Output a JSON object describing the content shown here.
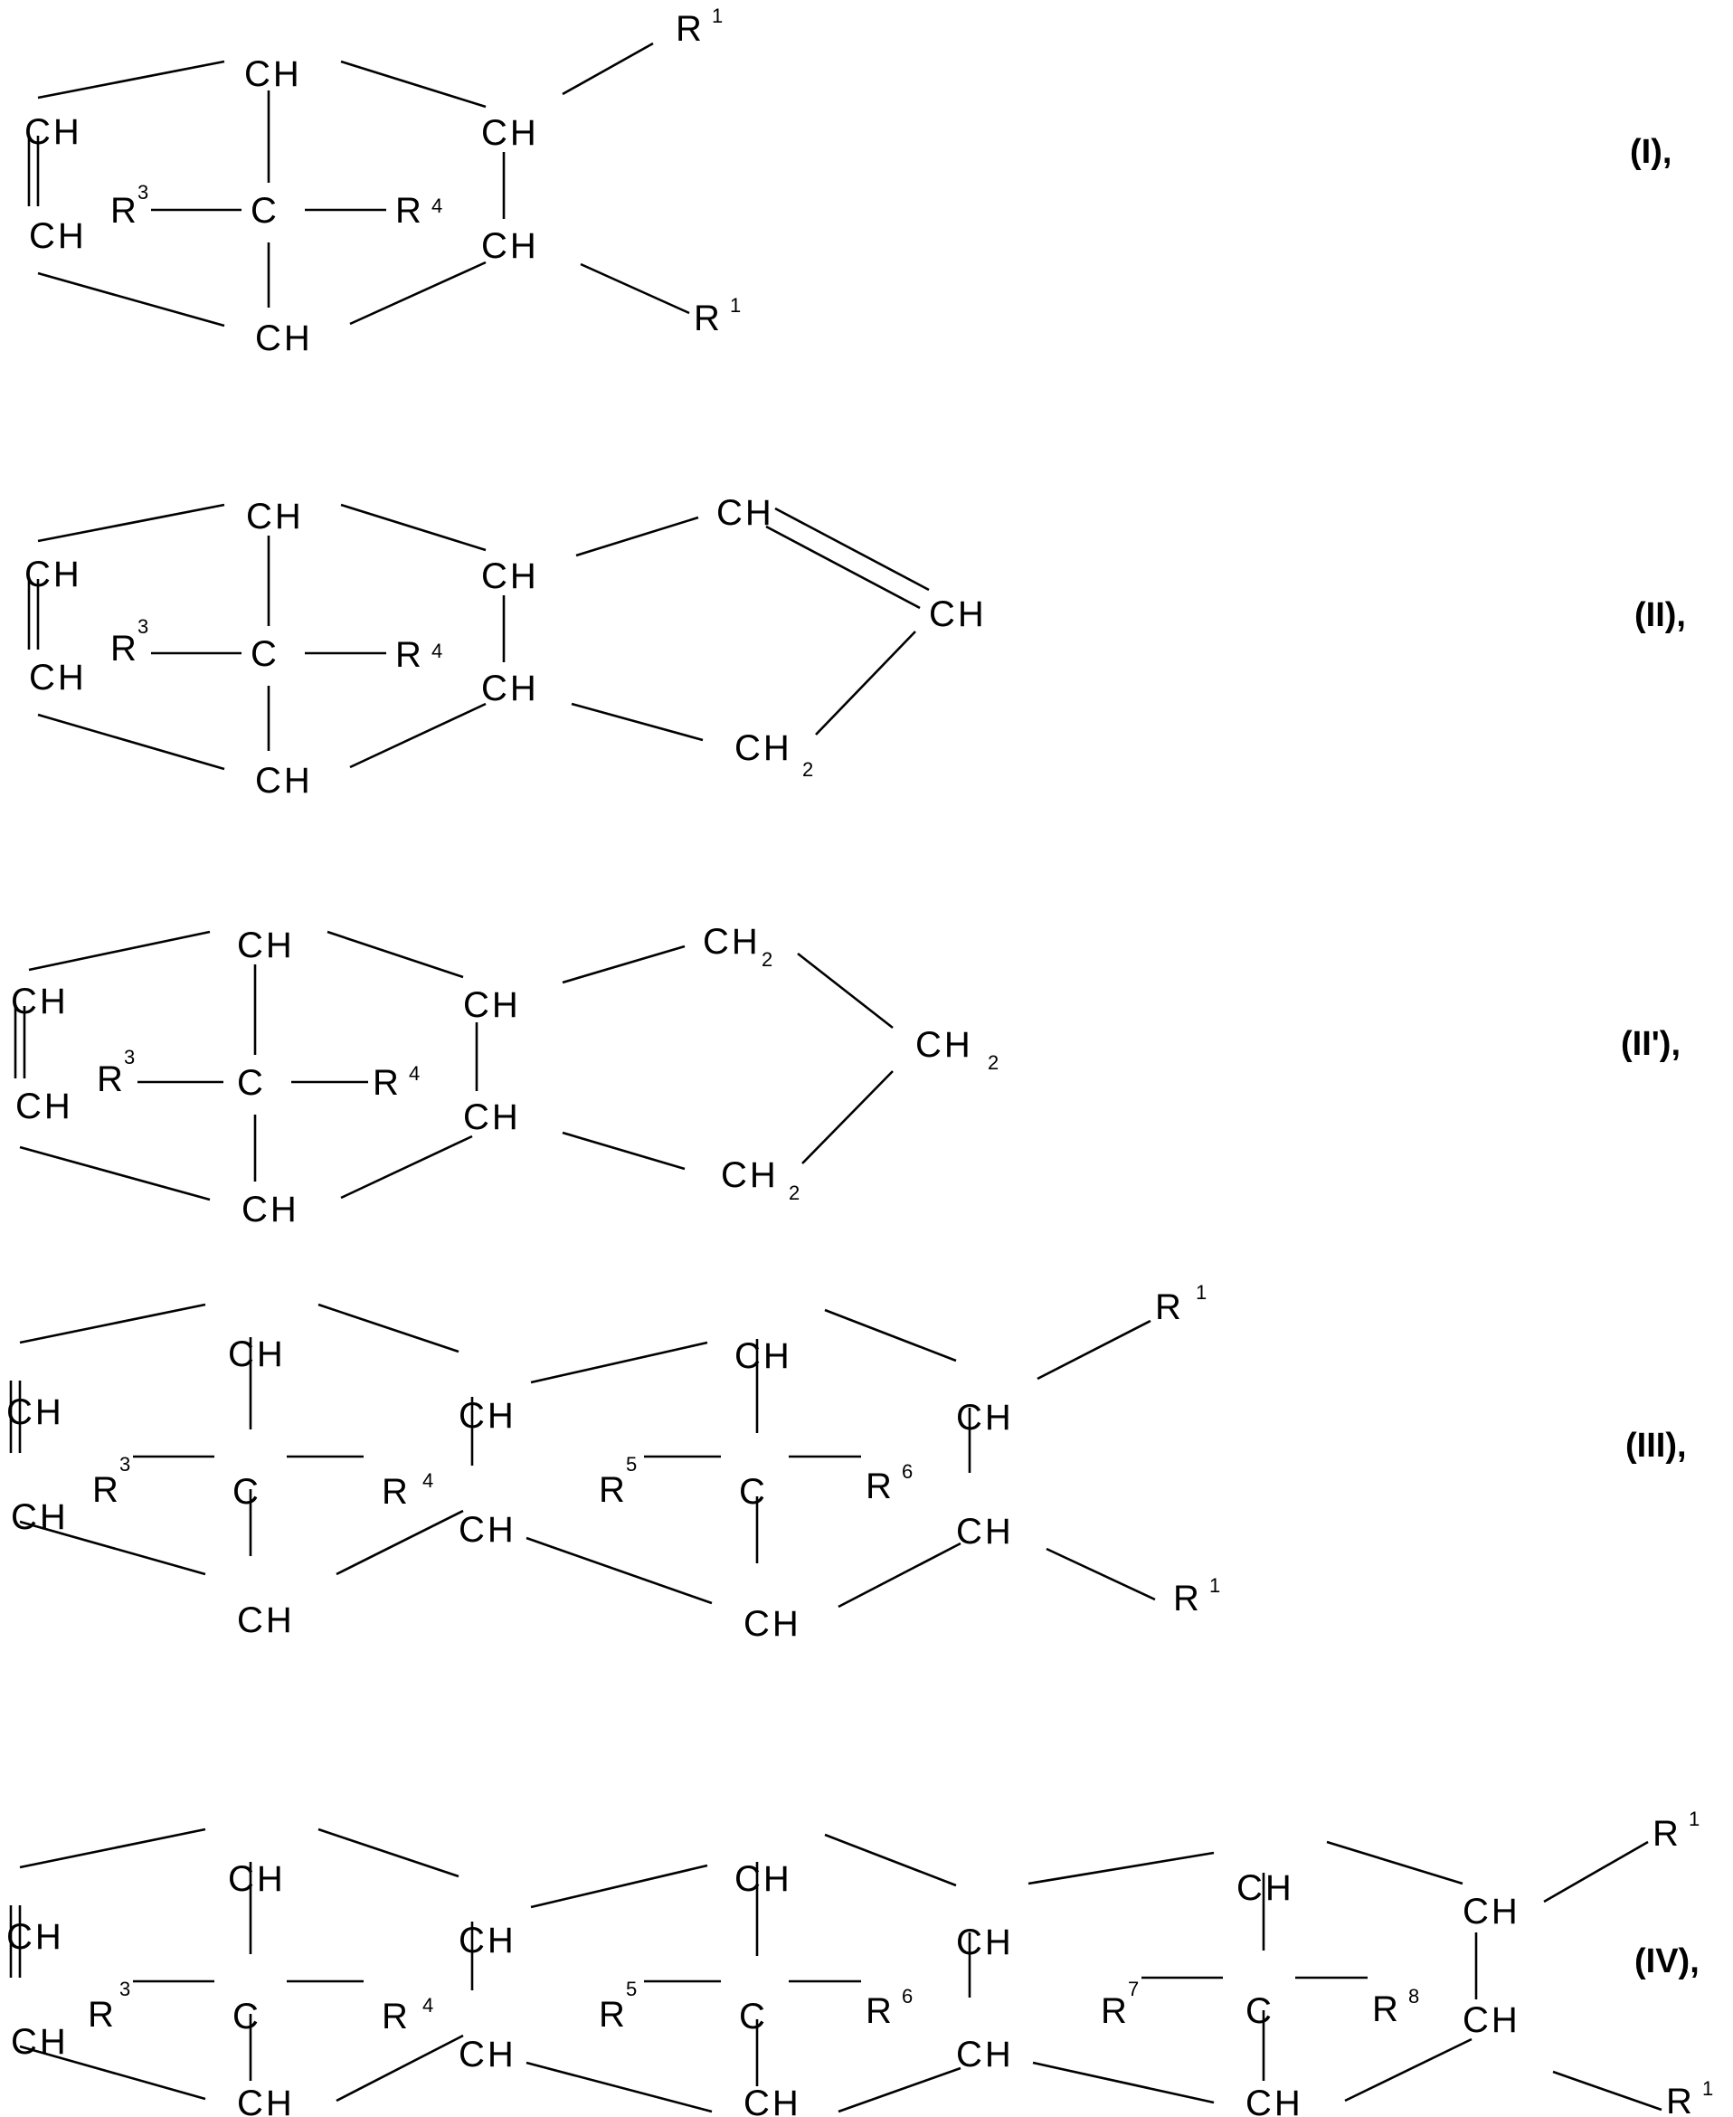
{
  "formulas": [
    {
      "label": "(I),",
      "atoms": {
        "ch_a": "CH",
        "ch_b": "CH",
        "ch_c": "CH",
        "ch_d": "CH",
        "ch_e": "CH",
        "ch_f": "CH",
        "c_bridge": "C",
        "r3": "R",
        "r3_sup": "3",
        "r4": "R",
        "r4_sup": "4",
        "r1_top": "R",
        "r1_top_sup": "1",
        "r1_bot": "R",
        "r1_bot_sup": "1"
      }
    },
    {
      "label": "(II),",
      "atoms": {
        "ch_a": "CH",
        "ch_b": "CH",
        "ch_c": "CH",
        "ch_d": "CH",
        "ch_e": "CH",
        "ch_f": "CH",
        "c_bridge": "C",
        "r3": "R",
        "r3_sup": "3",
        "r4": "R",
        "r4_sup": "4",
        "ch_ring_top": "CH",
        "ch_ring_right": "CH",
        "ch2_ring_bot": "CH",
        "ch2_ring_bot_sub": "2"
      }
    },
    {
      "label": "(II'),",
      "atoms": {
        "ch_a": "CH",
        "ch_b": "CH",
        "ch_c": "CH",
        "ch_d": "CH",
        "ch_e": "CH",
        "ch_f": "CH",
        "c_bridge": "C",
        "r3": "R",
        "r3_sup": "3",
        "r4": "R",
        "r4_sup": "4",
        "ch2_top": "CH",
        "ch2_top_sub": "2",
        "ch2_right": "CH",
        "ch2_right_sub": "2",
        "ch2_bot": "CH",
        "ch2_bot_sub": "2"
      }
    },
    {
      "label": "(III),",
      "atoms": {
        "ch_a": "CH",
        "ch_b": "CH",
        "ch_c": "CH",
        "ch_d": "CH",
        "ch_e": "CH",
        "ch_f": "CH",
        "c1": "C",
        "r3": "R",
        "r3_sup": "3",
        "r4": "R",
        "r4_sup": "4",
        "ch_g": "CH",
        "ch_h": "CH",
        "ch_i": "CH",
        "ch_j": "CH",
        "c2": "C",
        "r5": "R",
        "r5_sup": "5",
        "r6": "R",
        "r6_sup": "6",
        "r1_top": "R",
        "r1_top_sup": "1",
        "r1_bot": "R",
        "r1_bot_sup": "1"
      }
    },
    {
      "label": "(IV),",
      "atoms": {
        "ch_a": "CH",
        "ch_b": "CH",
        "ch_c": "CH",
        "ch_d": "CH",
        "ch_e": "CH",
        "ch_f": "CH",
        "c1": "C",
        "r3": "R",
        "r3_sup": "3",
        "r4": "R",
        "r4_sup": "4",
        "ch_g": "CH",
        "ch_h": "CH",
        "ch_i": "CH",
        "ch_j": "CH",
        "c2": "C",
        "r5": "R",
        "r5_sup": "5",
        "r6": "R",
        "r6_sup": "6",
        "ch_k": "CH",
        "ch_l": "CH",
        "ch_m": "CH",
        "ch_n": "CH",
        "c3": "C",
        "r7": "R",
        "r7_sup": "7",
        "r8": "R",
        "r8_sup": "8",
        "r1_top": "R",
        "r1_top_sup": "1",
        "r1_bot": "R",
        "r1_bot_sup": "1"
      }
    }
  ]
}
